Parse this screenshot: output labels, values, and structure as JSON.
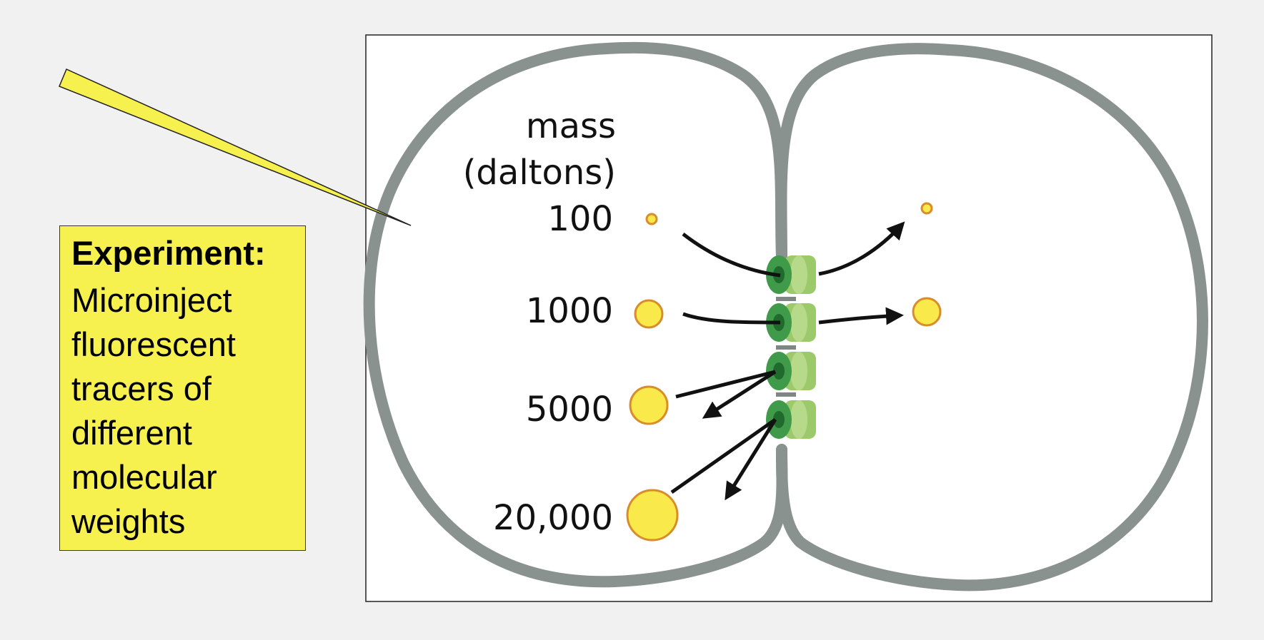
{
  "header": {
    "mass_line1": "mass",
    "mass_line2": "(daltons)"
  },
  "tracers": [
    {
      "label": "100",
      "outcome": "passes"
    },
    {
      "label": "1000",
      "outcome": "passes"
    },
    {
      "label": "5000",
      "outcome": "blocked"
    },
    {
      "label": "20,000",
      "outcome": "blocked"
    }
  ],
  "experiment_box": {
    "title": "Experiment:",
    "body": "Microinject fluorescent tracers of different molecular weights"
  },
  "colors": {
    "background": "#f1f1f1",
    "cell_membrane": "#8a9290",
    "tracer_fill": "#f9e94a",
    "tracer_stroke": "#d98c2a",
    "channel_dark_green": "#3f9a4a",
    "channel_light_green": "#9cc96a",
    "experiment_box_fill": "#f7f14f",
    "arrow": "#111111"
  }
}
